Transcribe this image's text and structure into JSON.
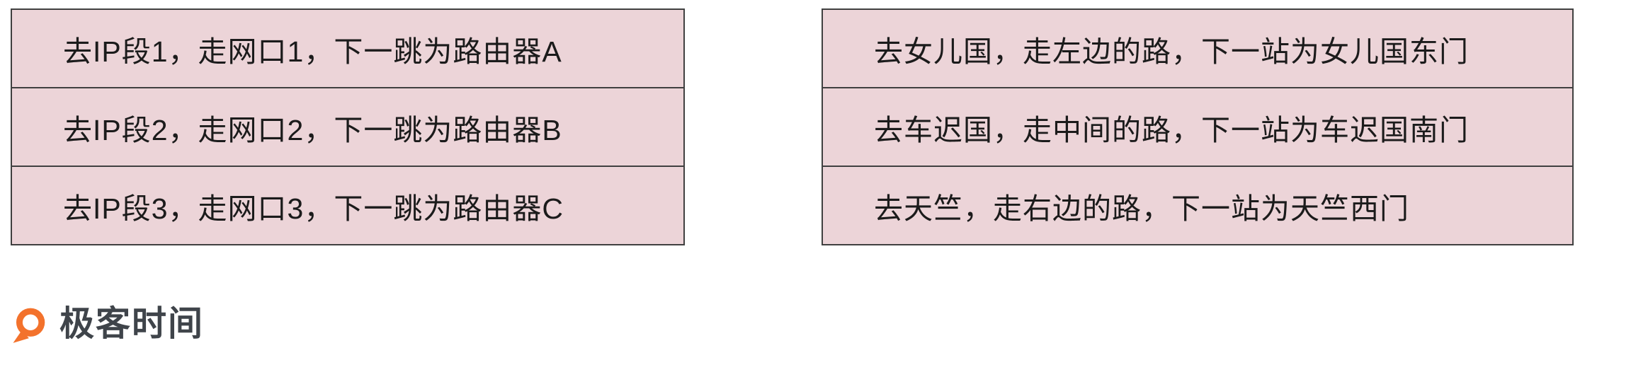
{
  "routing_table": {
    "rows": [
      "去IP段1，走网口1，下一跳为路由器A",
      "去IP段2，走网口2，下一跳为路由器B",
      "去IP段3，走网口3，下一跳为路由器C"
    ]
  },
  "journey_table": {
    "rows": [
      "去女儿国，走左边的路，下一站为女儿国东门",
      "去车迟国，走中间的路，下一站为车迟国南门",
      "去天竺，走右边的路，下一站为天竺西门"
    ]
  },
  "logo": {
    "text": "极客时间"
  },
  "colors": {
    "cell_background": "#ecd4d8",
    "cell_border": "#404040",
    "logo_orange": "#f3722c",
    "logo_text": "#3f444a"
  }
}
